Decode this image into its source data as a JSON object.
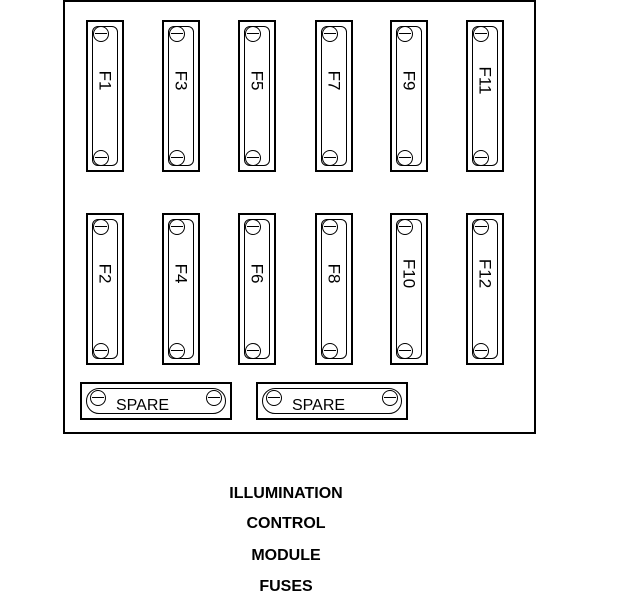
{
  "fuses_top": [
    "F1",
    "F3",
    "F5",
    "F7",
    "F9",
    "F11"
  ],
  "fuses_bottom": [
    "F2",
    "F4",
    "F6",
    "F8",
    "F10",
    "F12"
  ],
  "spares": [
    "SPARE",
    "SPARE"
  ],
  "caption": [
    "ILLUMINATION",
    "CONTROL",
    "MODULE",
    "FUSES"
  ]
}
